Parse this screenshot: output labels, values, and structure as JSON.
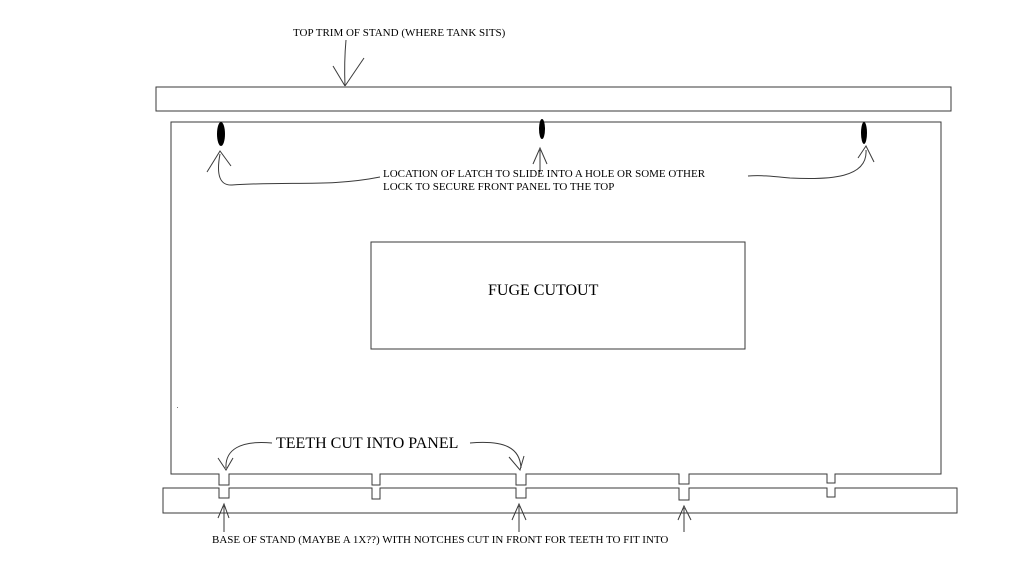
{
  "labels": {
    "top_trim": "TOP TRIM OF STAND (WHERE TANK SITS)",
    "latch_line_1": "LOCATION OF LATCH TO SLIDE INTO A HOLE OR SOME OTHER",
    "latch_line_2": "LOCK TO SECURE FRONT PANEL TO THE TOP",
    "fuge_cutout": "FUGE CUTOUT",
    "teeth": "TEETH CUT INTO PANEL",
    "base": "BASE OF STAND (MAYBE A 1X??) WITH NOTCHES CUT IN FRONT FOR TEETH TO FIT INTO"
  },
  "colors": {
    "ink": "#000000",
    "line": "#3a3a3a",
    "background": "#ffffff"
  }
}
